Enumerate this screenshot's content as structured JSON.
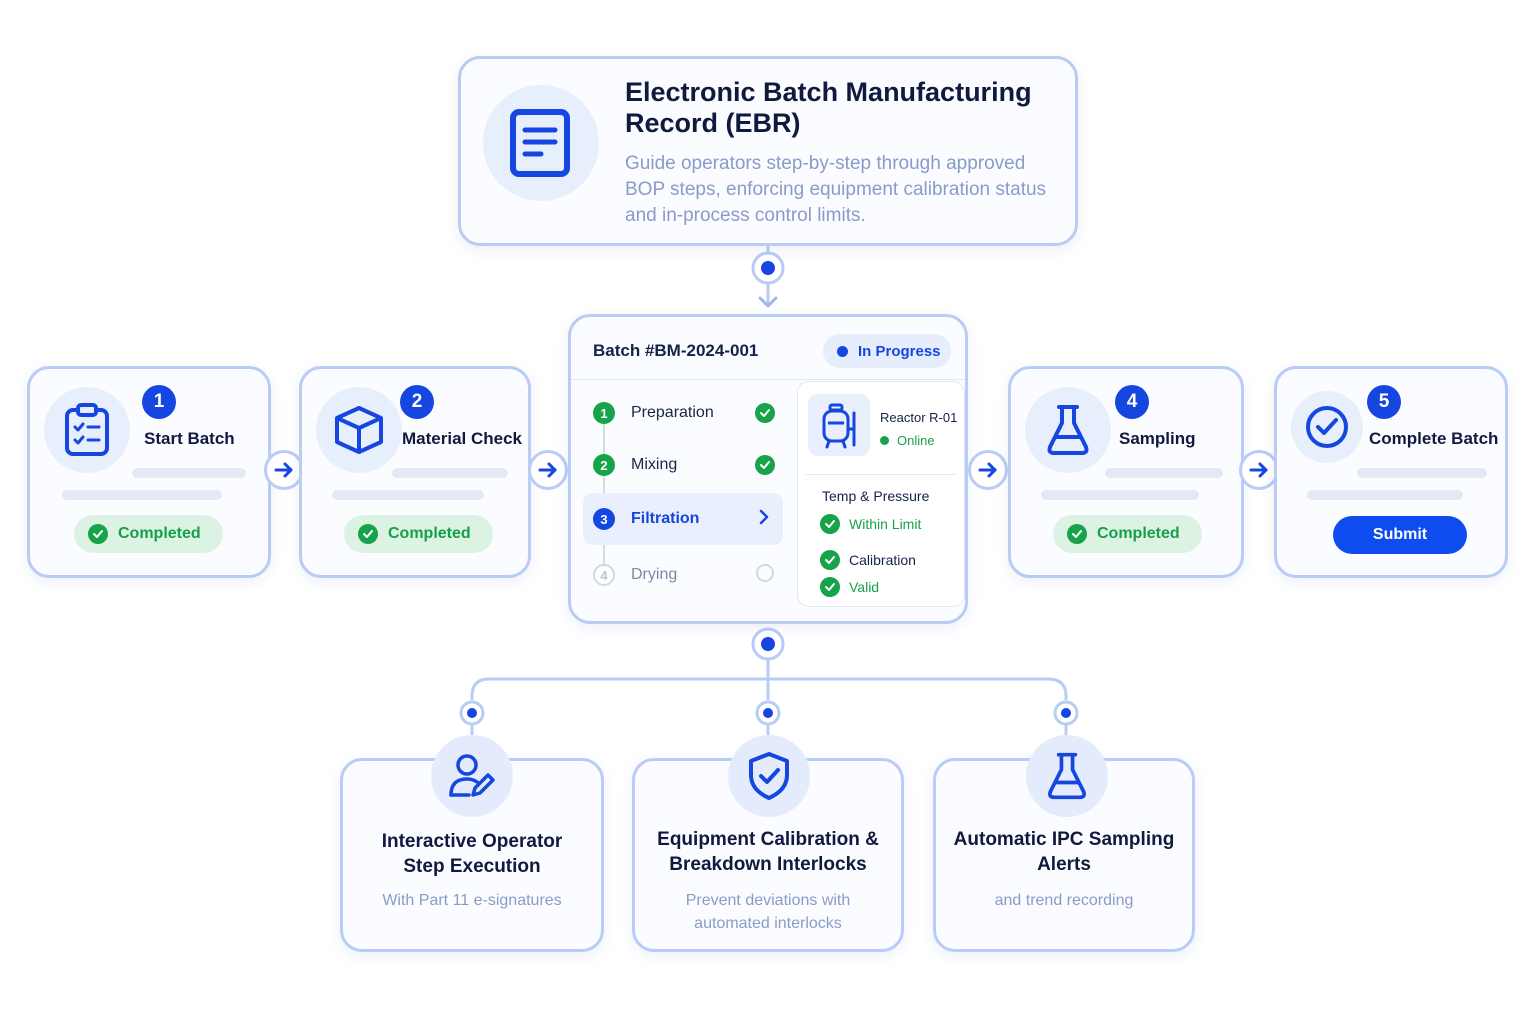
{
  "header": {
    "title": "Electronic Batch Manufacturing Record (EBR)",
    "description": "Guide operators step-by-step through approved BOP steps, enforcing equipment calibration status and in-process control limits.",
    "icon": "document-icon"
  },
  "steps": [
    {
      "number": "1",
      "title": "Start Batch",
      "icon": "clipboard-checklist-icon",
      "badge": "Completed"
    },
    {
      "number": "2",
      "title": "Material Check",
      "icon": "box-icon",
      "badge": "Completed"
    },
    {
      "number": "4",
      "title": "Sampling",
      "icon": "flask-icon",
      "badge": "Completed"
    },
    {
      "number": "5",
      "title": "Complete Batch",
      "icon": "check-circle-icon",
      "button": "Submit"
    }
  ],
  "batch": {
    "title": "Batch #BM-2024-001",
    "status": "In Progress",
    "process_steps": [
      {
        "number": "1",
        "label": "Preparation",
        "state": "done"
      },
      {
        "number": "2",
        "label": "Mixing",
        "state": "done"
      },
      {
        "number": "3",
        "label": "Filtration",
        "state": "active"
      },
      {
        "number": "4",
        "label": "Drying",
        "state": "pending"
      }
    ],
    "equipment": {
      "name": "Reactor R-01",
      "status": "Online",
      "icon": "reactor-icon",
      "param_label": "Temp & Pressure",
      "param_status": "Within Limit",
      "calibration_label": "Calibration",
      "calibration_status": "Valid"
    }
  },
  "features": [
    {
      "title_line1": "Interactive Operator",
      "title_line2": "Step Execution",
      "sub_line1": "With Part 11 e-signatures",
      "sub_line2": "",
      "icon": "user-edit-icon"
    },
    {
      "title_line1": "Equipment Calibration &",
      "title_line2": "Breakdown Interlocks",
      "sub_line1": "Prevent deviations with",
      "sub_line2": "automated interlocks",
      "icon": "shield-check-icon"
    },
    {
      "title_line1": "Automatic IPC Sampling",
      "title_line2": "Alerts",
      "sub_line1": "and trend recording",
      "sub_line2": "",
      "icon": "flask-icon"
    }
  ],
  "colors": {
    "accent": "#1546e0",
    "success": "#16a34a",
    "border": "#b8ccf5",
    "muted_text": "#8a9bc9"
  }
}
